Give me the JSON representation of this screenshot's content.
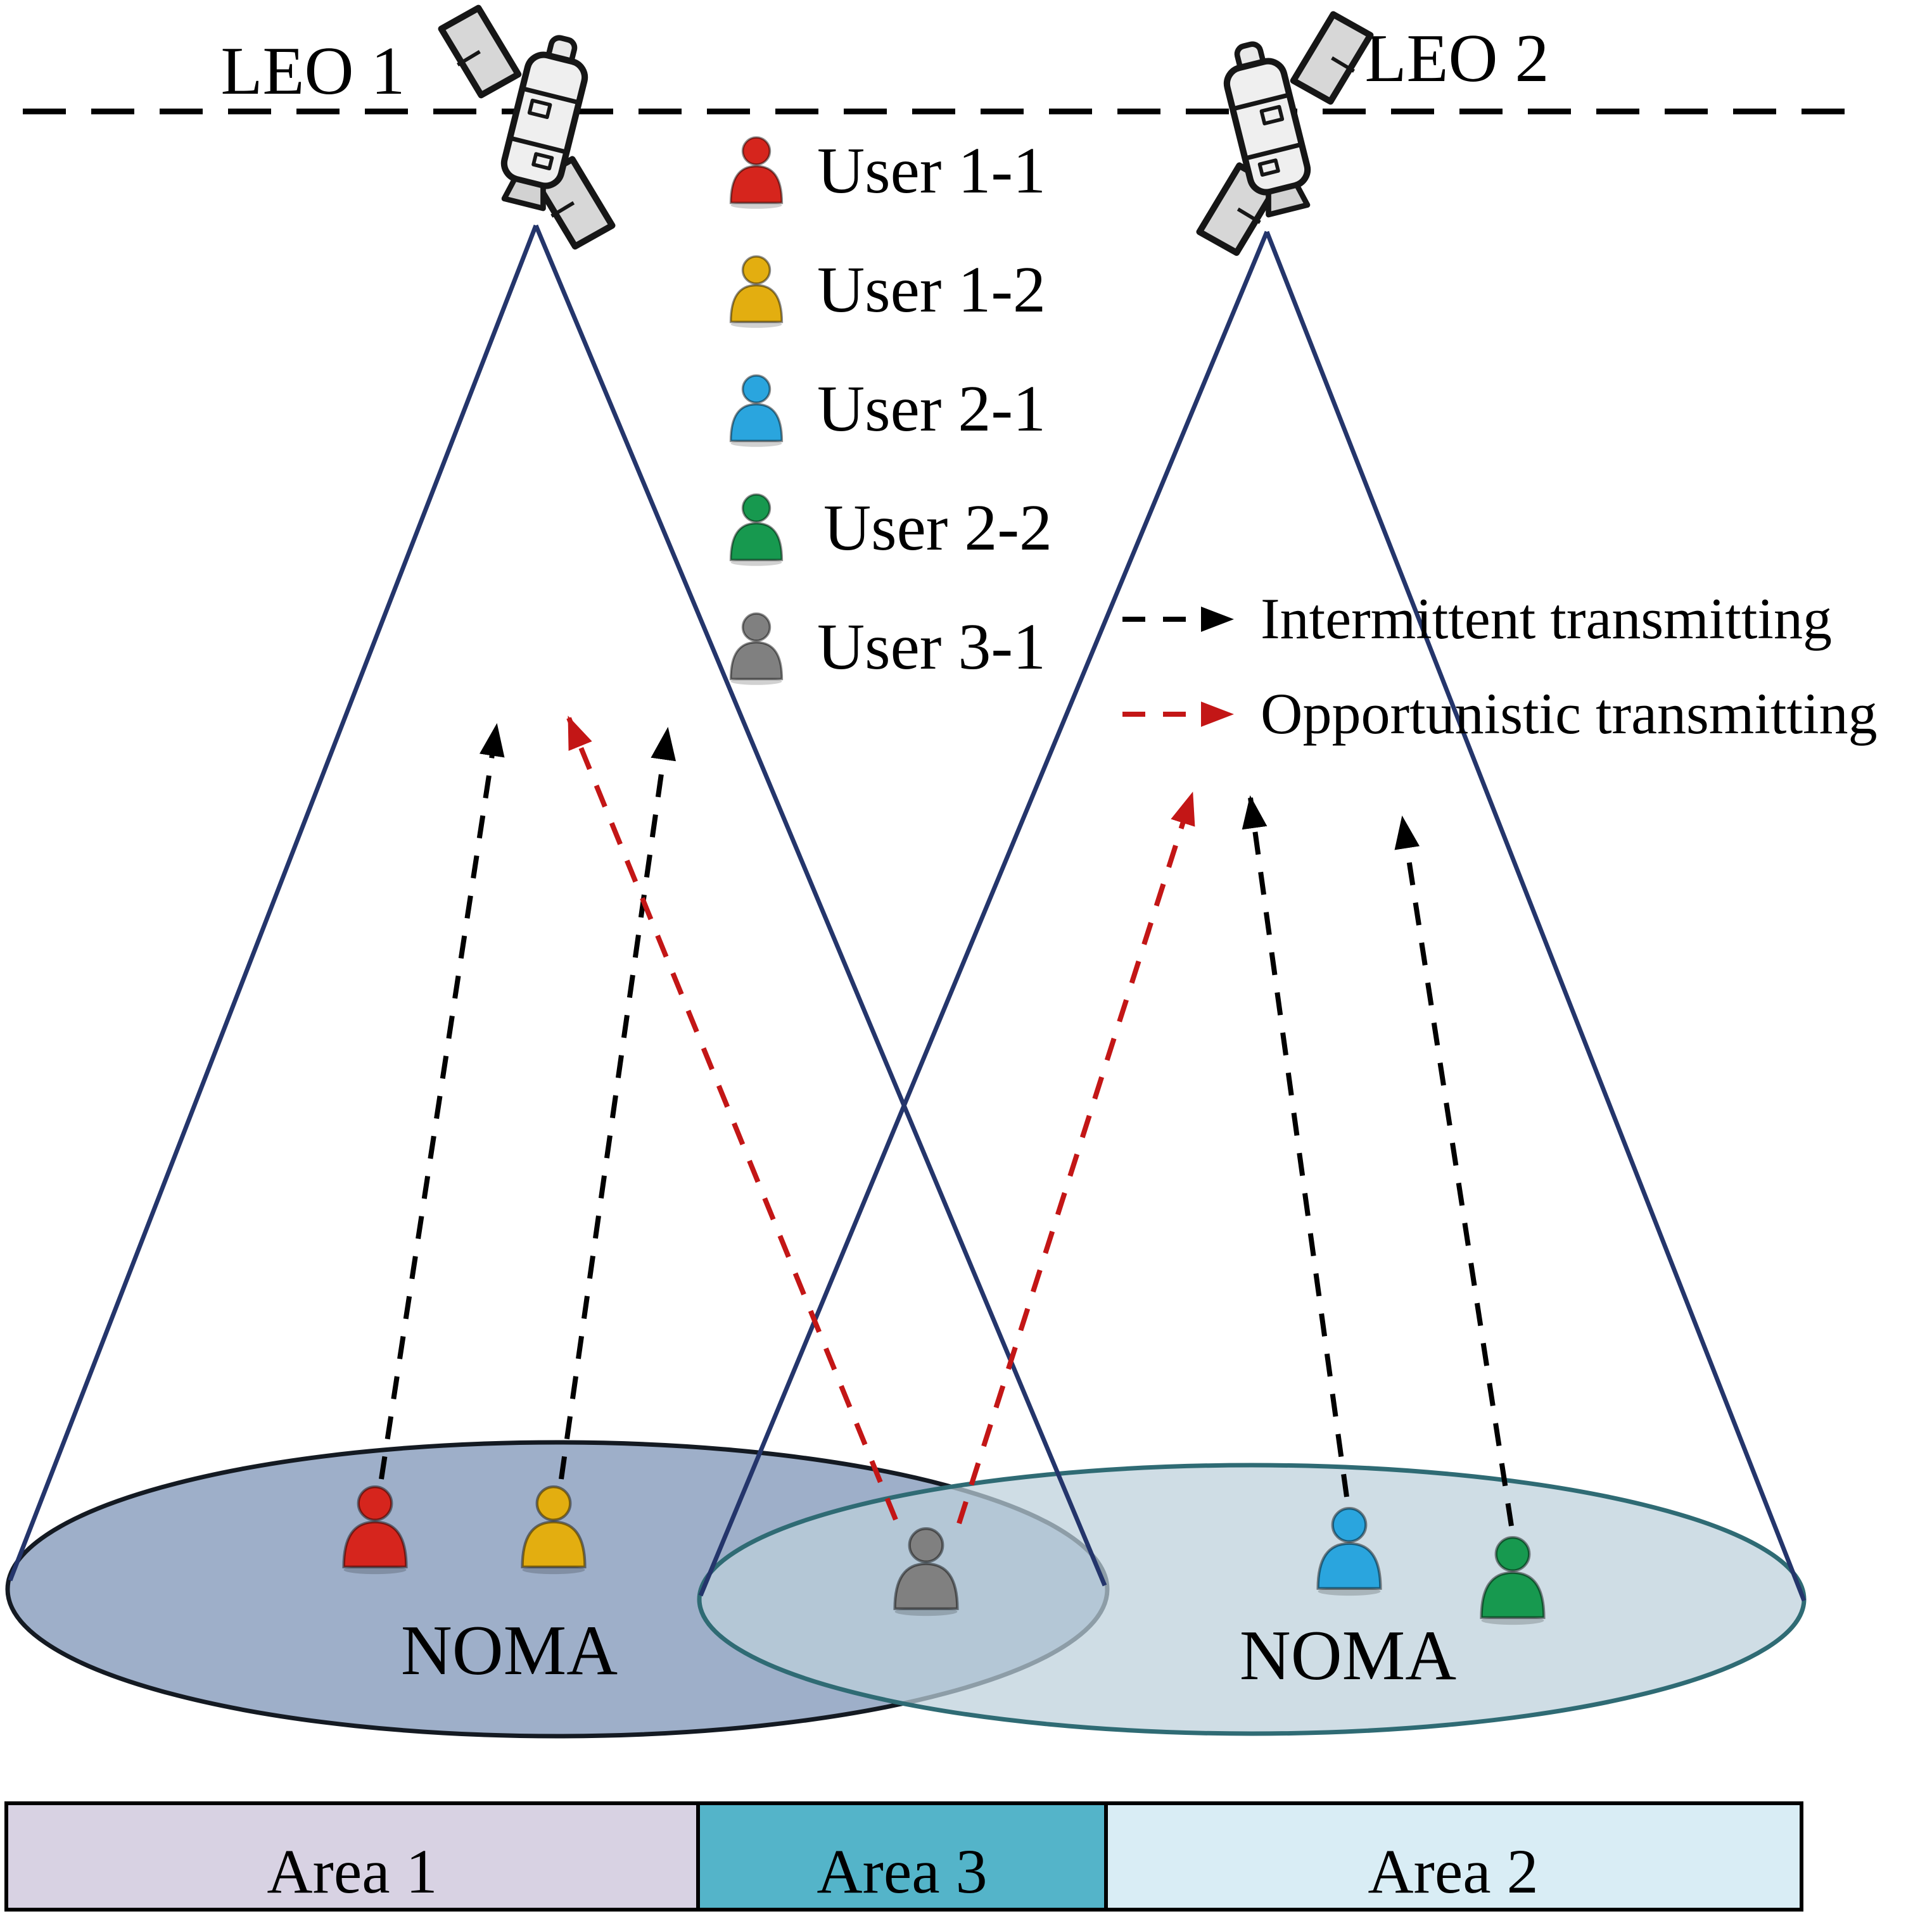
{
  "figure": {
    "satellites": [
      {
        "label": "LEO 1"
      },
      {
        "label": "LEO 2"
      }
    ],
    "beam_color": "#24356b",
    "legend_users": [
      {
        "label": "User 1-1",
        "color": "#d6251d"
      },
      {
        "label": "User 1-2",
        "color": "#e3ae10"
      },
      {
        "label": "User 2-1",
        "color": "#2aa5de"
      },
      {
        "label": "User 2-2",
        "color": "#17994f"
      },
      {
        "label": "User 3-1",
        "color": "#808080"
      }
    ],
    "legend_links": [
      {
        "label": "Intermittent transmitting",
        "color": "#000000"
      },
      {
        "label": "Opportunistic transmitting",
        "color": "#c31616"
      }
    ],
    "noma": {
      "left": "NOMA",
      "right": "NOMA"
    },
    "cells": {
      "left_fill": "#8da1bf",
      "right_fill": "#bdd0db",
      "left_stroke": "#141a22",
      "right_stroke": "#2f6b74"
    },
    "areas": [
      {
        "label": "Area 1",
        "color": "#d8d2e3"
      },
      {
        "label": "Area 3",
        "color": "#54b4c9"
      },
      {
        "label": "Area 2",
        "color": "#d9edf5"
      }
    ]
  }
}
